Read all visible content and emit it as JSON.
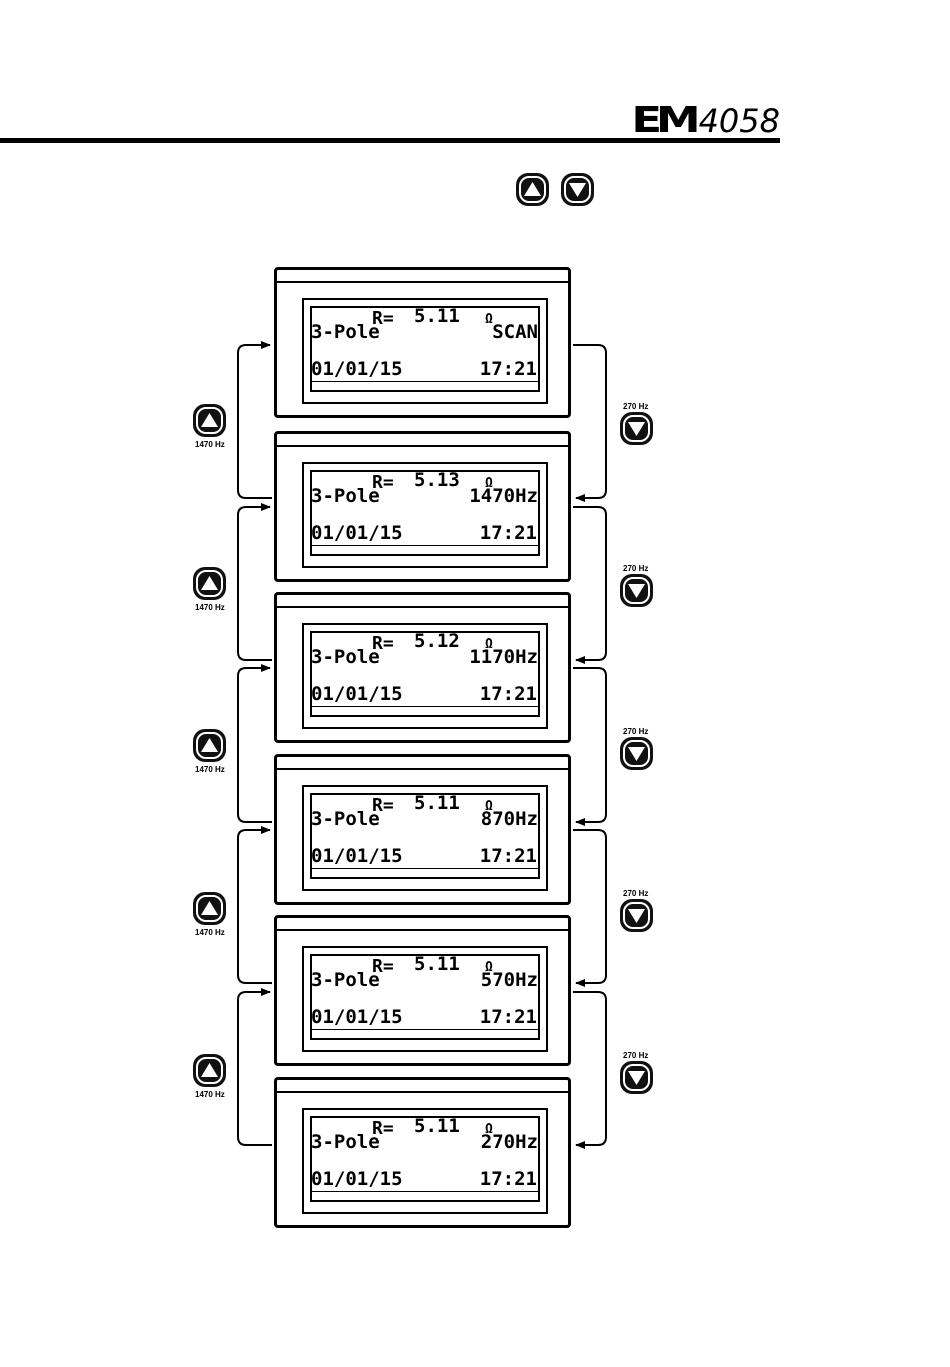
{
  "header": {
    "logo_brand": "EM",
    "logo_model": "4058"
  },
  "nav_keys": [
    "up-arrow-icon",
    "down-arrow-icon"
  ],
  "key_labels": {
    "up": "1470 Hz",
    "down": "270 Hz"
  },
  "screens": [
    {
      "r_label": "R=",
      "r_value": "5.11",
      "unit": "Ω",
      "mode": "3-Pole",
      "freq": "SCAN",
      "date": "01/01/15",
      "time": "17:21"
    },
    {
      "r_label": "R=",
      "r_value": "5.13",
      "unit": "Ω",
      "mode": "3-Pole",
      "freq": "1470Hz",
      "date": "01/01/15",
      "time": "17:21"
    },
    {
      "r_label": "R=",
      "r_value": "5.12",
      "unit": "Ω",
      "mode": "3-Pole",
      "freq": "1170Hz",
      "date": "01/01/15",
      "time": "17:21"
    },
    {
      "r_label": "R=",
      "r_value": "5.11",
      "unit": "Ω",
      "mode": "3-Pole",
      "freq": "870Hz",
      "date": "01/01/15",
      "time": "17:21"
    },
    {
      "r_label": "R=",
      "r_value": "5.11",
      "unit": "Ω",
      "mode": "3-Pole",
      "freq": "570Hz",
      "date": "01/01/15",
      "time": "17:21"
    },
    {
      "r_label": "R=",
      "r_value": "5.11",
      "unit": "Ω",
      "mode": "3-Pole",
      "freq": "270Hz",
      "date": "01/01/15",
      "time": "17:21"
    }
  ]
}
